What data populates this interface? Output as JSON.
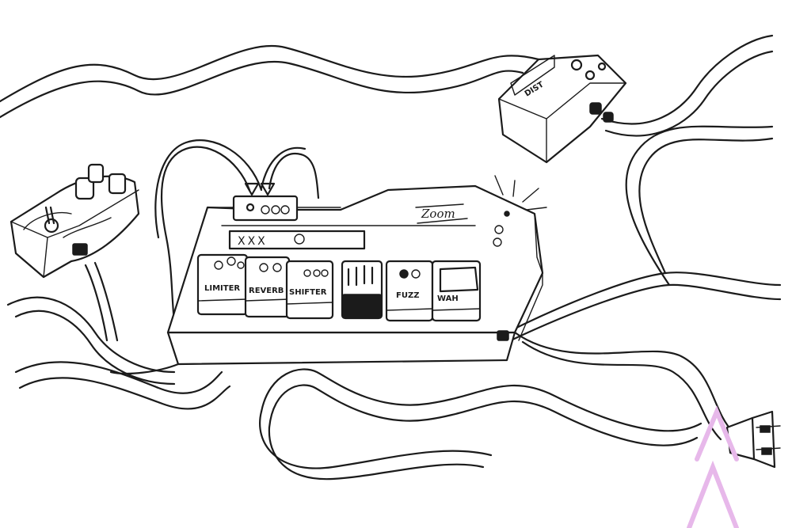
{
  "colors": {
    "ink": "#1b1b1b",
    "paper": "#ffffff",
    "watermark": "#e7b8ea"
  },
  "board": {
    "brand": "Zoom",
    "display": "XXX"
  },
  "pedals": [
    {
      "label": "LIMITER"
    },
    {
      "label": "REVERB"
    },
    {
      "label": "SHIFTER"
    },
    {
      "label": ""
    },
    {
      "label": "FUZZ"
    },
    {
      "label": "WAH"
    }
  ],
  "external_pedals": {
    "distortion": {
      "label": "DIST"
    }
  },
  "watermark": {
    "icon": "triangle-logo"
  }
}
